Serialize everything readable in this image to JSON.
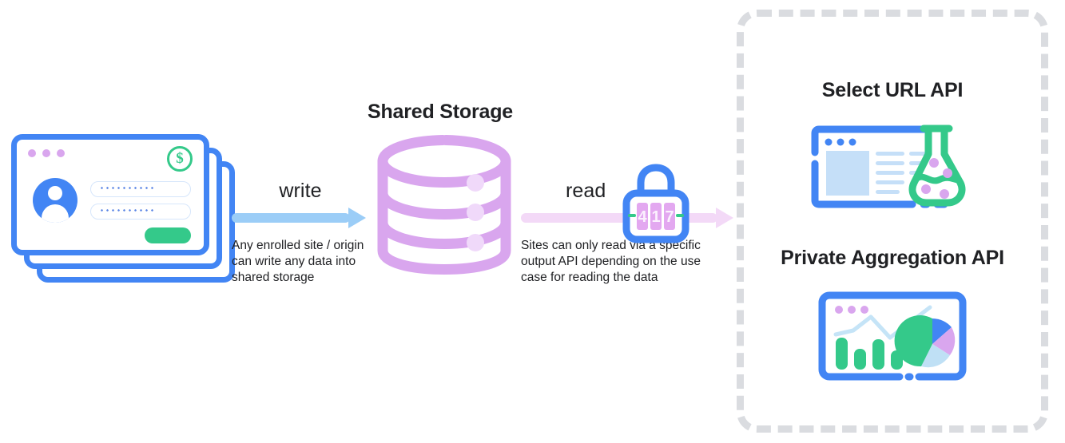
{
  "diagram": {
    "title_storage": "Shared Storage",
    "flow": {
      "write": {
        "label": "write",
        "caption": "Any enrolled site / origin can write any data into shared storage",
        "arrow_color": "#9BCDF7",
        "icon": "arrow-right-icon"
      },
      "read": {
        "label": "read",
        "caption": "Sites can only read via a specific output API depending on the use case for reading the data",
        "arrow_color": "#F3D9F7",
        "icon": "arrow-right-icon"
      }
    },
    "source": {
      "name": "stacked-browser-windows",
      "card_count": 3,
      "window_dots": 3,
      "badge": "$",
      "badge_color": "#34C98A",
      "field_count": 2,
      "button_color": "#34C98A",
      "border_color": "#4285F4"
    },
    "storage": {
      "name": "database-cylinder",
      "band_count": 3,
      "color": "#D9A6EE",
      "dot_color": "#F0D9FA"
    },
    "lock": {
      "name": "combination-lock",
      "combination": "417",
      "body_color": "#4285F4",
      "dial_color": "#E3A8F0",
      "tick_color": "#34C98A"
    },
    "output_panel": {
      "border_color": "#DADCE0",
      "apis": [
        {
          "title": "Select URL API",
          "icon": "browser-window-with-flask-icon",
          "colors": {
            "window": "#4285F4",
            "flask": "#34C98A",
            "bubbles": "#D9A6EE",
            "content": "#C5DFF8"
          }
        },
        {
          "title": "Private Aggregation API",
          "icon": "browser-window-with-charts-icon",
          "colors": {
            "window": "#4285F4",
            "bars": "#34C98A",
            "line": "#C5E4F7",
            "pie_green": "#34C98A",
            "pie_blue": "#4285F4",
            "pie_purple": "#D9A6EE",
            "pie_lightblue": "#BFE0F5",
            "dots": "#D9A6EE"
          }
        }
      ]
    }
  }
}
